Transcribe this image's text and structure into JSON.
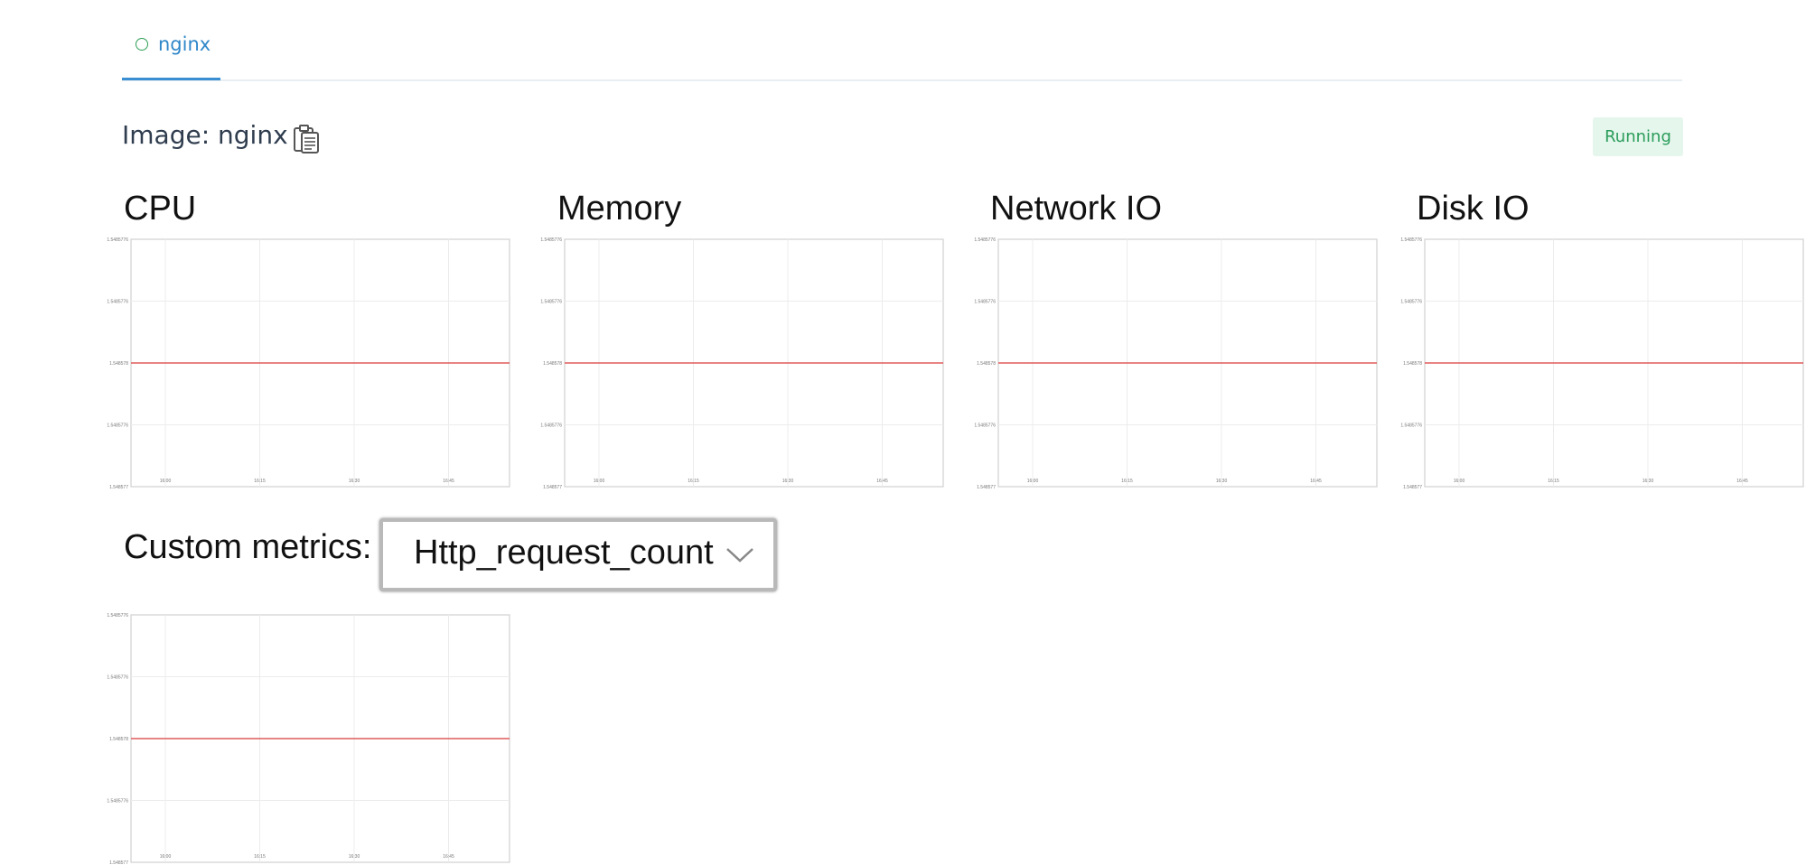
{
  "tabs": [
    {
      "label": "nginx"
    }
  ],
  "container": {
    "image_label": "Image: nginx",
    "status": "Running",
    "status_color": "#2a9c5a"
  },
  "icons": {
    "clipboard": "clipboard-icon",
    "tab_status": "circle-icon",
    "select_arrow": "chevron-down-icon"
  },
  "charts": [
    {
      "title": "CPU"
    },
    {
      "title": "Memory"
    },
    {
      "title": "Network IO"
    },
    {
      "title": "Disk IO"
    }
  ],
  "custom_metrics": {
    "label": "Custom metrics:",
    "selected": "Http_request_count"
  },
  "chart_data": [
    {
      "type": "line",
      "title": "CPU",
      "x": [
        "16:00",
        "16:15",
        "16:30",
        "16:45"
      ],
      "y_ticks": [
        "1.5485776",
        "1.5485776",
        "1.548578",
        "1.5485776",
        "1.548577"
      ],
      "series": [
        {
          "values": [
            1.548578,
            1.548578,
            1.548578,
            1.548578
          ]
        }
      ],
      "grid": true,
      "line_color": "#e05a5a"
    },
    {
      "type": "line",
      "title": "Memory",
      "x": [
        "16:00",
        "16:15",
        "16:30",
        "16:45"
      ],
      "y_ticks": [
        "1.5485776",
        "1.5485776",
        "1.548578",
        "1.5485776",
        "1.548577"
      ],
      "series": [
        {
          "values": [
            1.548578,
            1.548578,
            1.548578,
            1.548578
          ]
        }
      ],
      "grid": true,
      "line_color": "#e05a5a"
    },
    {
      "type": "line",
      "title": "Network IO",
      "x": [
        "16:00",
        "16:15",
        "16:30",
        "16:45"
      ],
      "y_ticks": [
        "1.5485776",
        "1.5485776",
        "1.548578",
        "1.5485776",
        "1.548577"
      ],
      "series": [
        {
          "values": [
            1.548578,
            1.548578,
            1.548578,
            1.548578
          ]
        }
      ],
      "grid": true,
      "line_color": "#e05a5a"
    },
    {
      "type": "line",
      "title": "Disk IO",
      "x": [
        "16:00",
        "16:15",
        "16:30",
        "16:45"
      ],
      "y_ticks": [
        "1.5485776",
        "1.5485776",
        "1.548578",
        "1.5485776",
        "1.548577"
      ],
      "series": [
        {
          "values": [
            1.548578,
            1.548578,
            1.548578,
            1.548578
          ]
        }
      ],
      "grid": true,
      "line_color": "#e05a5a"
    },
    {
      "type": "line",
      "title": "",
      "x": [
        "16:00",
        "16:15",
        "16:30",
        "16:45"
      ],
      "y_ticks": [
        "1.5485776",
        "1.5485776",
        "1.548578",
        "1.5485776",
        "1.548577"
      ],
      "series": [
        {
          "values": [
            1.548578,
            1.548578,
            1.548578,
            1.548578
          ]
        }
      ],
      "grid": true,
      "line_color": "#e05a5a"
    }
  ]
}
